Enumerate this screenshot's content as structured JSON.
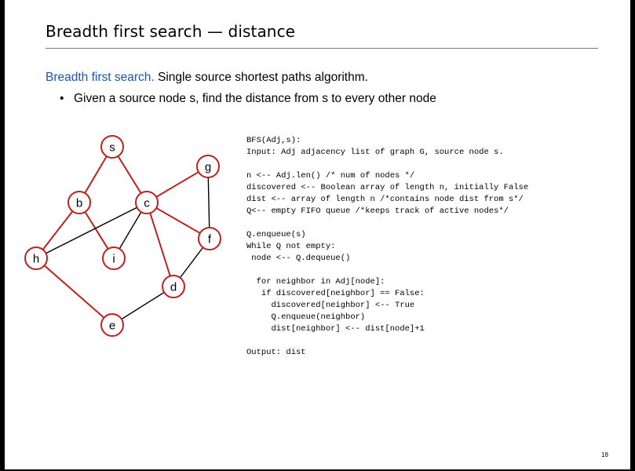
{
  "slide": {
    "title": "Breadth first search — distance",
    "intro": {
      "accent": "Breadth first search.",
      "rest": " Single source shortest paths algorithm."
    },
    "bullet": {
      "marker": "•",
      "text": "Given a source node s, find the distance from s to every other node"
    },
    "page_number": "18"
  },
  "graph": {
    "nodes": [
      {
        "id": "s",
        "label": "s"
      },
      {
        "id": "g",
        "label": "g"
      },
      {
        "id": "b",
        "label": "b"
      },
      {
        "id": "c",
        "label": "c"
      },
      {
        "id": "f",
        "label": "f"
      },
      {
        "id": "h",
        "label": "h"
      },
      {
        "id": "i",
        "label": "i"
      },
      {
        "id": "d",
        "label": "d"
      },
      {
        "id": "e",
        "label": "e"
      }
    ],
    "edges": [
      {
        "from": "s",
        "to": "b",
        "tree": true
      },
      {
        "from": "s",
        "to": "c",
        "tree": true
      },
      {
        "from": "c",
        "to": "g",
        "tree": true
      },
      {
        "from": "c",
        "to": "f",
        "tree": true
      },
      {
        "from": "c",
        "to": "d",
        "tree": true
      },
      {
        "from": "b",
        "to": "h",
        "tree": true
      },
      {
        "from": "b",
        "to": "i",
        "tree": true
      },
      {
        "from": "h",
        "to": "e",
        "tree": true
      },
      {
        "from": "h",
        "to": "c",
        "tree": false
      },
      {
        "from": "c",
        "to": "i",
        "tree": false
      },
      {
        "from": "g",
        "to": "f",
        "tree": false
      },
      {
        "from": "f",
        "to": "d",
        "tree": false
      },
      {
        "from": "d",
        "to": "e",
        "tree": false
      }
    ],
    "colors": {
      "tree_edge": "#c0201e",
      "other_edge": "#000000",
      "node_outline": "#c0201e"
    }
  },
  "code": {
    "lines": [
      "BFS(Adj,s):",
      "Input: Adj adjacency list of graph G, source node s.",
      "",
      "n <-- Adj.len() /* num of nodes */",
      "discovered <-- Boolean array of length n, initially False",
      "dist <-- array of length n /*contains node dist from s*/",
      "Q<-- empty FIFO queue /*keeps track of active nodes*/",
      "",
      "Q.enqueue(s)",
      "While Q not empty:",
      " node <-- Q.dequeue()",
      "",
      "  for neighbor in Adj[node]:",
      "   if discovered[neighbor] == False:",
      "     discovered[neighbor] <-- True",
      "     Q.enqueue(neighbor)",
      "     dist[neighbor] <-- dist[node]+1",
      "",
      "Output: dist"
    ]
  }
}
